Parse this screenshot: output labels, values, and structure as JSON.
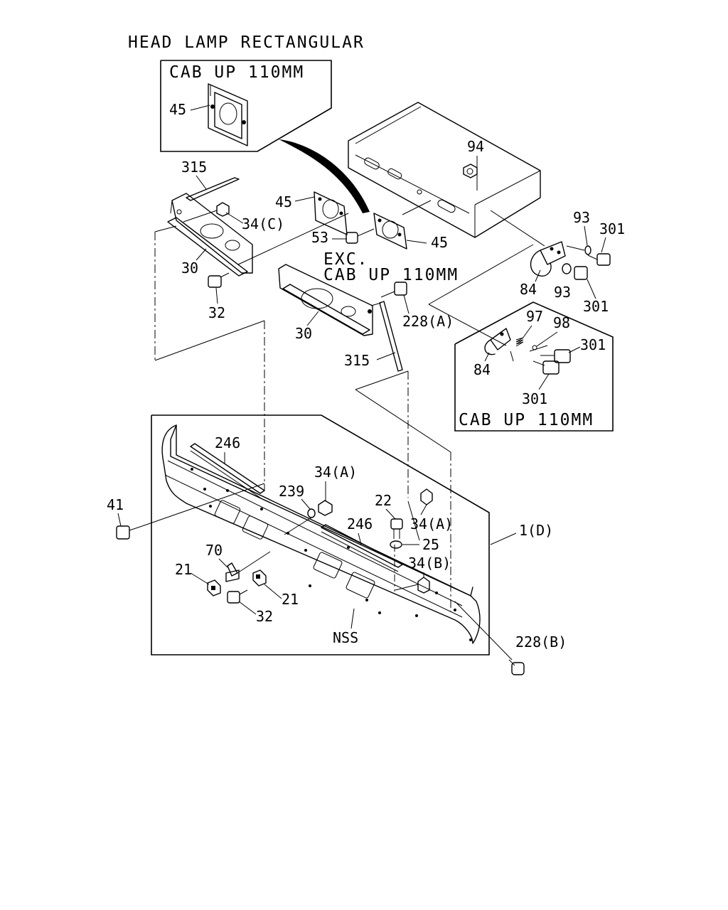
{
  "title": "HEAD LAMP RECTANGULAR",
  "notes": {
    "cab_up_top": "CAB UP 110MM",
    "exc": "EXC.",
    "exc_cab_up": "CAB UP 110MM",
    "cab_up_right": "CAB UP 110MM"
  },
  "callouts": {
    "c45_inset": "45",
    "c315_top": "315",
    "c45_mid": "45",
    "c34c": "34(C)",
    "c53": "53",
    "c45_right": "45",
    "c30_top": "30",
    "c32_top": "32",
    "c94": "94",
    "c93_top": "93",
    "c301_top": "301",
    "c84_top": "84",
    "c93_low": "93",
    "c301_low": "301",
    "c228a": "228(A)",
    "c30_low": "30",
    "c315_low": "315",
    "c97": "97",
    "c98": "98",
    "c301_inset_a": "301",
    "c84_inset": "84",
    "c301_inset_b": "301",
    "c246_left": "246",
    "c34a_left": "34(A)",
    "c239": "239",
    "c41": "41",
    "c22": "22",
    "c246_right": "246",
    "c34a_right": "34(A)",
    "c1d": "1(D)",
    "c25": "25",
    "c70": "70",
    "c21_left": "21",
    "c34b": "34(B)",
    "c21_right": "21",
    "c32_low": "32",
    "c228b": "228(B)",
    "nss": "NSS"
  }
}
